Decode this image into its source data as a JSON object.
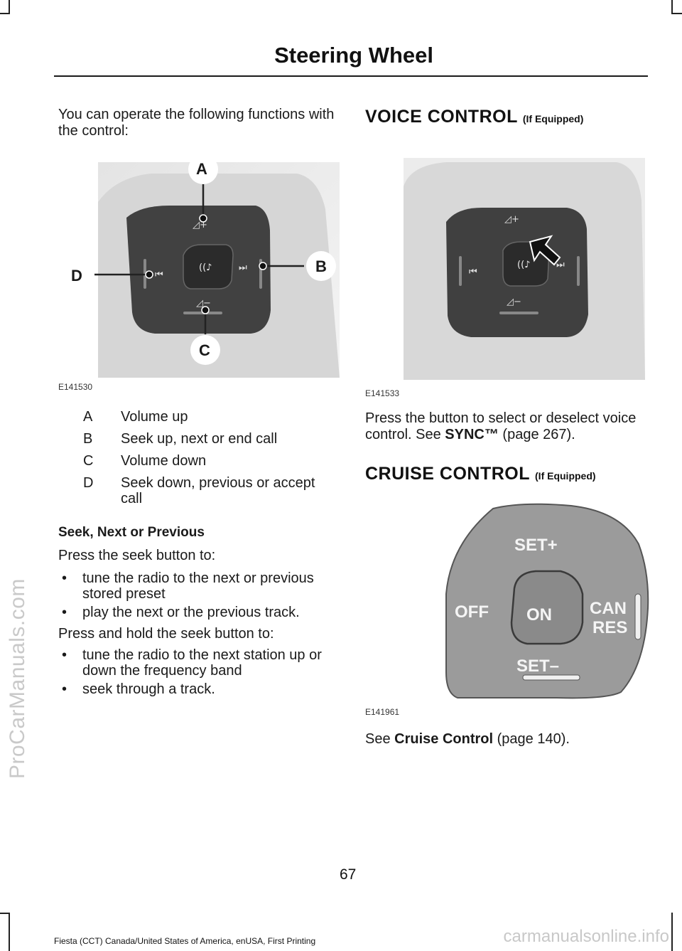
{
  "header": {
    "title": "Steering Wheel"
  },
  "watermark_side": "ProCarManuals.com",
  "left": {
    "intro": "You can operate the following functions with the control:",
    "figure1": {
      "id": "E141530",
      "callouts": {
        "a": "A",
        "b": "B",
        "c": "C",
        "d": "D"
      }
    },
    "legend": [
      {
        "key": "A",
        "value": "Volume up"
      },
      {
        "key": "B",
        "value": "Seek up, next or end call"
      },
      {
        "key": "C",
        "value": "Volume down"
      },
      {
        "key": "D",
        "value": "Seek down, previous or accept call"
      }
    ],
    "seek_heading": "Seek, Next or Previous",
    "press_intro": "Press the seek button to:",
    "press_bullets": [
      "tune the radio to the next or previous stored preset",
      "play the next or the previous track."
    ],
    "hold_intro": "Press and hold the seek button to:",
    "hold_bullets": [
      "tune the radio to the next station up or down the frequency band",
      "seek through a track."
    ],
    "bullet_char": "•"
  },
  "right": {
    "voice": {
      "heading": "VOICE CONTROL",
      "qualifier": "(If Equipped)",
      "figure_id": "E141533",
      "text_before": "Press the button to select or deselect voice control.  See ",
      "link": "SYNC™",
      "text_after": " (page 267)."
    },
    "cruise": {
      "heading": "CRUISE CONTROL",
      "qualifier": "(If Equipped)",
      "figure_id": "E141961",
      "buttons": {
        "set_plus": "SET+",
        "off": "OFF",
        "on": "ON",
        "can": "CAN",
        "res": "RES",
        "set_minus": "SET–"
      },
      "see_prefix": "See ",
      "link": "Cruise Control",
      "see_suffix": " (page 140)."
    }
  },
  "page_number": "67",
  "footer": "Fiesta (CCT) Canada/United States of America, enUSA, First Printing",
  "footer_site": "carmanualsonline.info"
}
